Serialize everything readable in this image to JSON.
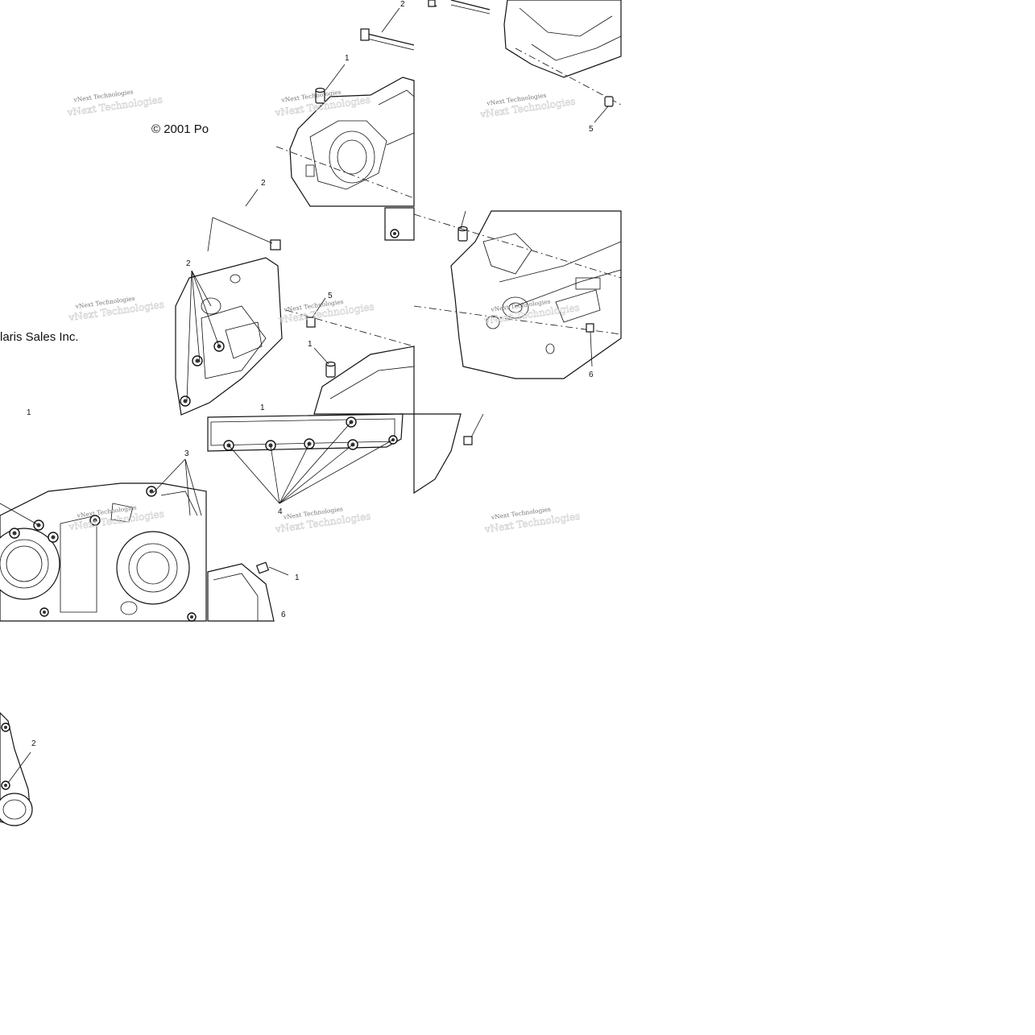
{
  "copyright_part1": "© 2001 Po",
  "copyright_part2": "laris Sales Inc.",
  "watermark_text": "vNext Technologies",
  "callouts": {
    "c_t1_2": "2",
    "c_t1_1": "1",
    "c_t2_5": "5",
    "c_m1_2a": "2",
    "c_m1_2b": "2",
    "c_m1_5": "5",
    "c_m1_1a": "1",
    "c_m1_1b": "1",
    "c_m2_6": "6",
    "c_l_1": "1",
    "c_l_3": "3",
    "c_b_4": "4",
    "c_b_1": "1",
    "c_b_6": "6",
    "c_bl_2": "2"
  },
  "icons": {
    "dowel": "dowel-pin-icon",
    "bolt": "flange-bolt-icon",
    "stud": "stud-icon"
  }
}
